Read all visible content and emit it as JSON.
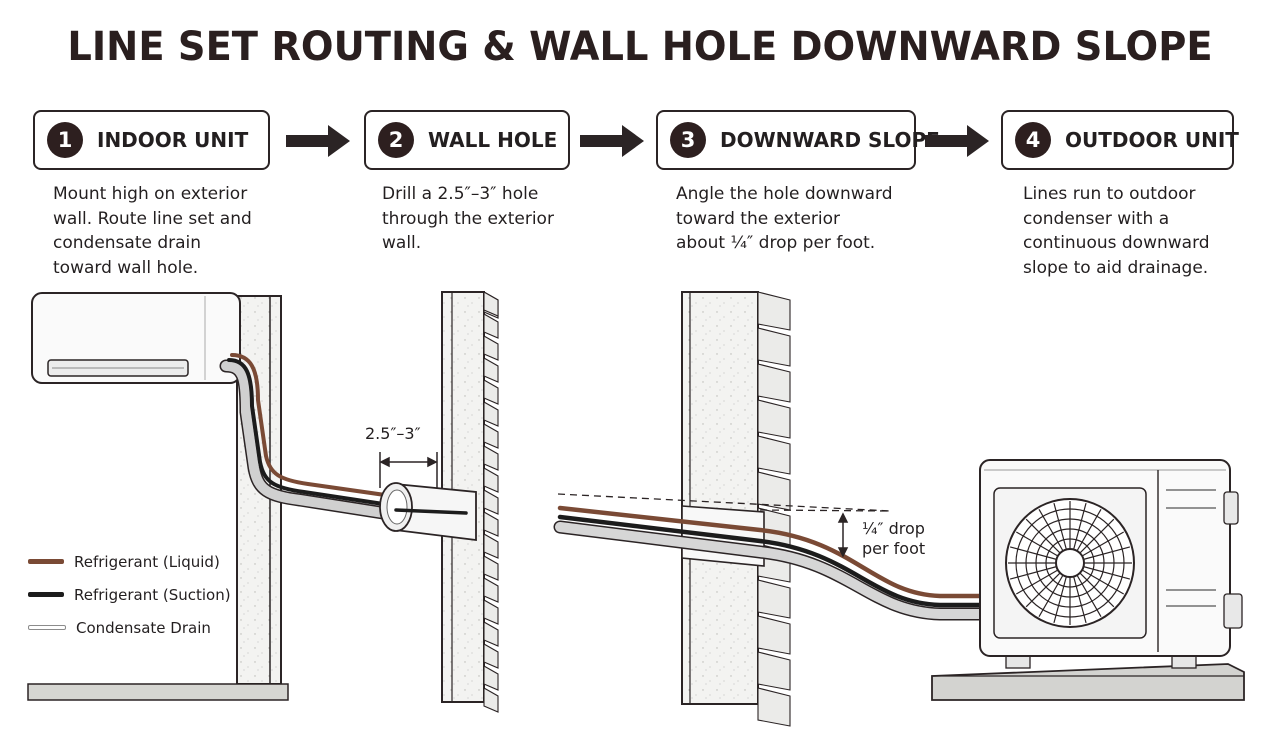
{
  "title": "LINE SET ROUTING & WALL HOLE DOWNWARD SLOPE",
  "steps": [
    {
      "number": "1",
      "label": "INDOOR UNIT",
      "description": [
        "Mount high on exterior",
        "wall. Route line set and",
        "condensate drain",
        "toward wall hole."
      ]
    },
    {
      "number": "2",
      "label": "WALL HOLE",
      "description": [
        "Drill a 2.5″–3″ hole",
        "through the exterior",
        "wall."
      ]
    },
    {
      "number": "3",
      "label": "DOWNWARD SLOPE",
      "description": [
        "Angle the hole downward",
        "toward the exterior",
        "about ¼″ drop per foot."
      ]
    },
    {
      "number": "4",
      "label": "OUTDOOR UNIT",
      "description": [
        "Lines run to outdoor",
        "condenser with a",
        "continuous downward",
        "slope to aid drainage."
      ]
    }
  ],
  "legend": [
    {
      "label": "Refrigerant (Liquid)",
      "color": "#7a4a35"
    },
    {
      "label": "Refrigerant (Suction)",
      "color": "#1c1c1c"
    },
    {
      "label": "Condensate Drain",
      "color": "#c8c8c8"
    }
  ],
  "annotations": {
    "hole_size": "2.5″–3″",
    "drop_line1": "¼″ drop",
    "drop_line2": "per foot"
  },
  "colors": {
    "dark": "#2b2425",
    "liquid": "#7a4a35",
    "suction": "#1c1c1c",
    "drain": "#c8c8c8"
  }
}
